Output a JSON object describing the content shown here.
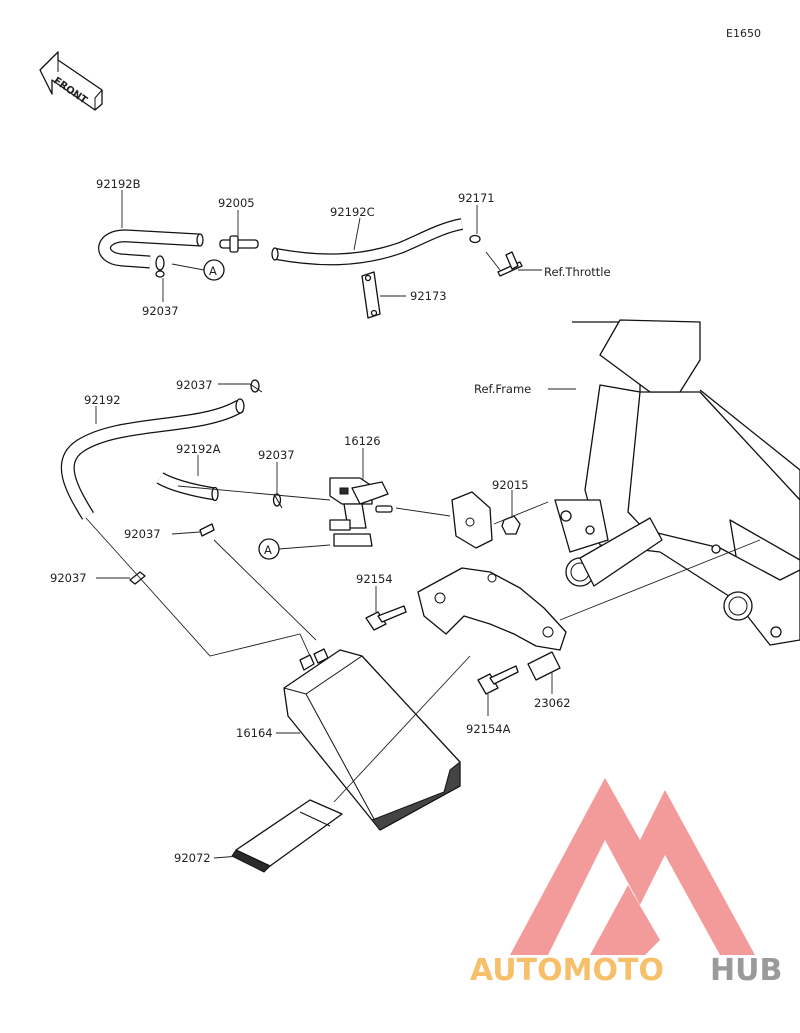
{
  "diagram_code": "E1650",
  "front_label": "FRONT",
  "parts": {
    "p92192B": "92192B",
    "p92005": "92005",
    "p92192C": "92192C",
    "p92171": "92171",
    "p92037_top": "92037",
    "p92173": "92173",
    "p92037_a": "92037",
    "p92192": "92192",
    "p92192A": "92192A",
    "p92037_b": "92037",
    "p16126": "16126",
    "p92015": "92015",
    "p92037_c": "92037",
    "p92037_d": "92037",
    "p92154": "92154",
    "p23062": "23062",
    "p92154A": "92154A",
    "p16164": "16164",
    "p92072": "92072"
  },
  "refs": {
    "throttle": "Ref.Throttle",
    "frame": "Ref.Frame"
  },
  "callouts": {
    "a1": "A",
    "a2": "A"
  },
  "watermark": {
    "part1": "AUTOMOTO",
    "part2": "HUB"
  },
  "colors": {
    "watermark_logo": "#f28a8a",
    "watermark_text_1": "#f6c06b",
    "watermark_text_2": "#9a9a9a"
  }
}
